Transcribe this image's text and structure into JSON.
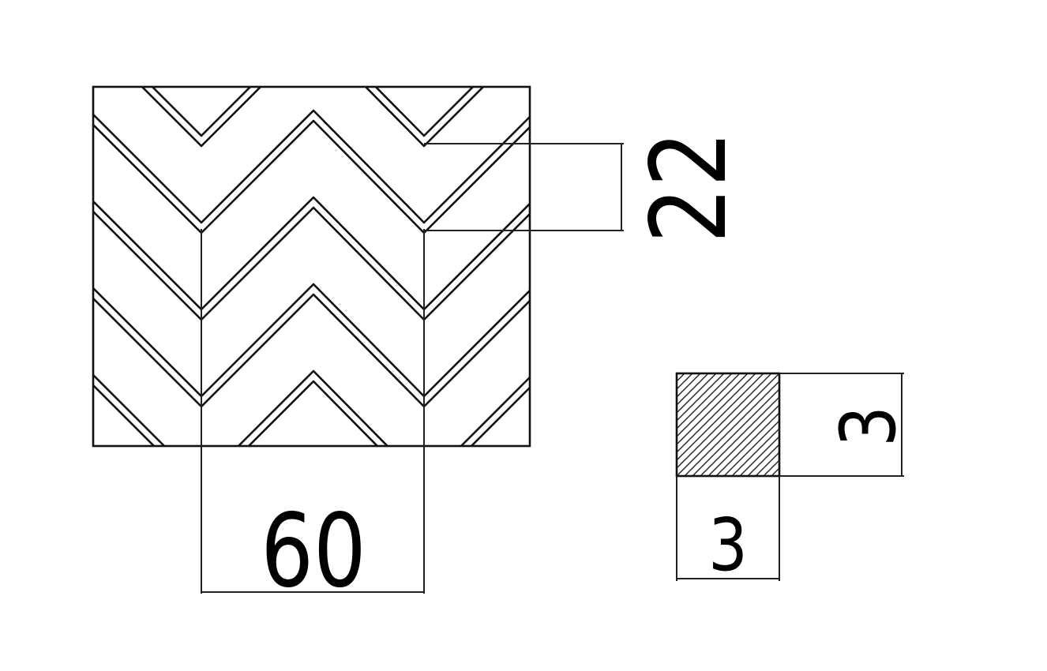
{
  "drawing": {
    "pattern": "chevron",
    "dimensions": {
      "pitch_label": "22",
      "width_label": "60",
      "section_height_label": "3",
      "section_width_label": "3"
    },
    "colors": {
      "line": "#111111",
      "background": "#ffffff"
    }
  }
}
